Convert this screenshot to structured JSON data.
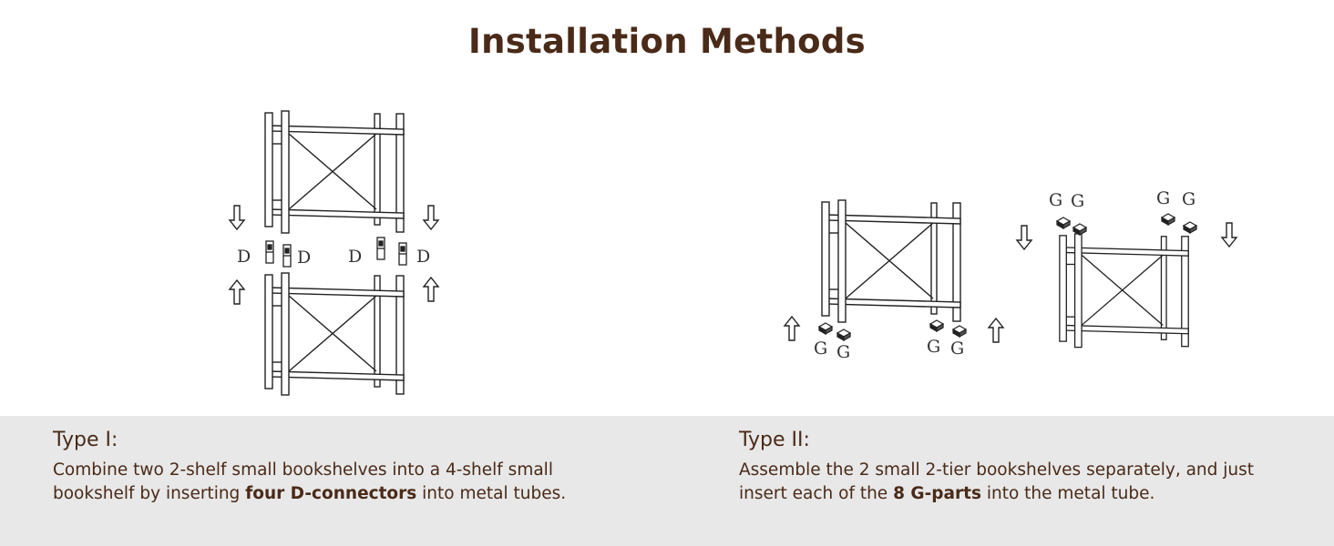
{
  "title": "Installation Methods",
  "diagram": {
    "connector_letter": "D",
    "part_letter": "G"
  },
  "type1": {
    "heading": "Type I:",
    "text_before": "Combine two 2-shelf small bookshelves into a 4-shelf small bookshelf by inserting ",
    "text_bold": "four D-connectors",
    "text_after": " into metal tubes."
  },
  "type2": {
    "heading": "Type II:",
    "text_before": "Assemble the 2 small 2-tier bookshelves separately, and just insert each of the ",
    "text_bold": "8 G-parts",
    "text_after": " into the metal tube."
  }
}
